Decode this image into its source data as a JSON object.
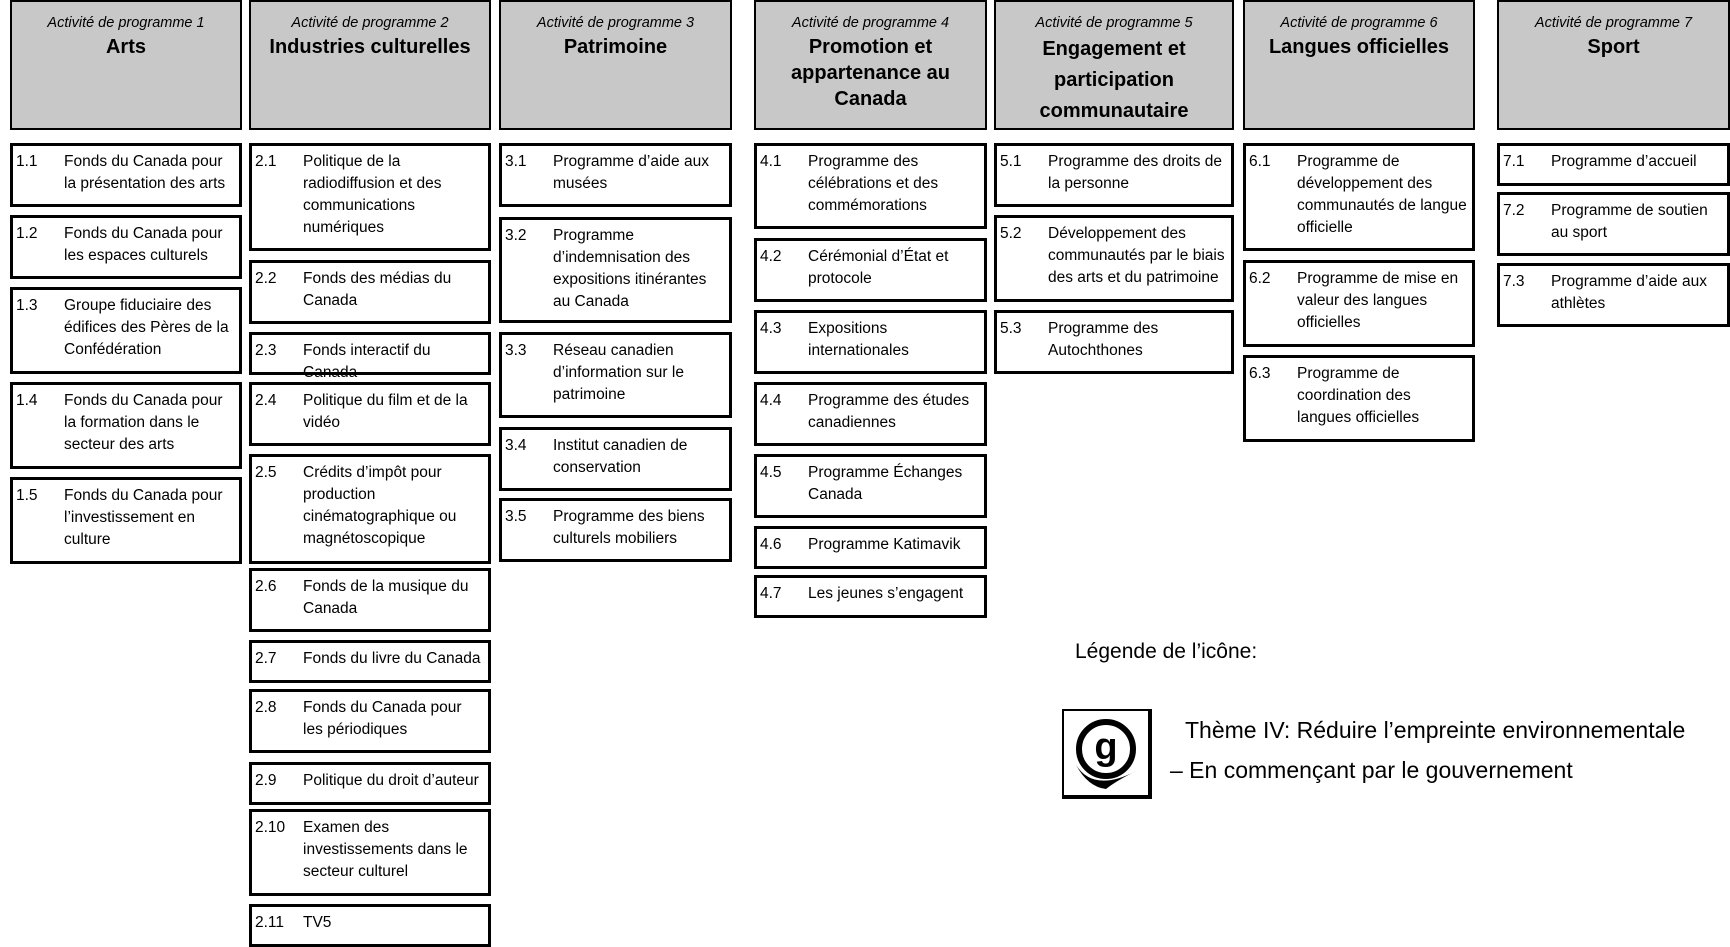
{
  "activities": [
    {
      "subtitle": "Activité de programme 1",
      "title": "Arts",
      "programs": [
        {
          "num": "1.1",
          "label": "Fonds du Canada pour la présentation des arts"
        },
        {
          "num": "1.2",
          "label": "Fonds du Canada pour les espaces culturels"
        },
        {
          "num": "1.3",
          "label": "Groupe fiduciaire des édifices des Pères de la Confédération"
        },
        {
          "num": "1.4",
          "label": "Fonds du Canada pour la formation dans le secteur des arts"
        },
        {
          "num": "1.5",
          "label": "Fonds du Canada pour l’investissement en culture"
        }
      ]
    },
    {
      "subtitle": "Activité de programme 2",
      "title": "Industries culturelles",
      "programs": [
        {
          "num": "2.1",
          "label": "Politique de la radiodiffusion et des communications numériques"
        },
        {
          "num": "2.2",
          "label": "Fonds des médias du Canada"
        },
        {
          "num": "2.3",
          "label": "Fonds interactif du Canada"
        },
        {
          "num": "2.4",
          "label": "Politique du film et de la vidéo"
        },
        {
          "num": "2.5",
          "label": "Crédits d’impôt pour production cinématographique ou magnétoscopique"
        },
        {
          "num": "2.6",
          "label": "Fonds de la musique du Canada"
        },
        {
          "num": "2.7",
          "label": "Fonds du livre du Canada"
        },
        {
          "num": "2.8",
          "label": "Fonds du Canada pour les périodiques"
        },
        {
          "num": "2.9",
          "label": "Politique du droit d’auteur"
        },
        {
          "num": "2.10",
          "label": "Examen des investissements dans le secteur culturel"
        },
        {
          "num": "2.11",
          "label": "TV5"
        }
      ]
    },
    {
      "subtitle": "Activité de programme 3",
      "title": "Patrimoine",
      "programs": [
        {
          "num": "3.1",
          "label": "Programme d’aide aux musées"
        },
        {
          "num": "3.2",
          "label": "Programme d’indemnisation des expositions itinérantes au Canada"
        },
        {
          "num": "3.3",
          "label": "Réseau canadien d’information sur le patrimoine"
        },
        {
          "num": "3.4",
          "label": "Institut canadien de conservation"
        },
        {
          "num": "3.5",
          "label": "Programme des biens culturels mobiliers"
        }
      ]
    },
    {
      "subtitle": "Activité de programme 4",
      "title": "Promotion et appartenance au Canada",
      "programs": [
        {
          "num": "4.1",
          "label": "Programme des célébrations et des commémorations"
        },
        {
          "num": "4.2",
          "label": "Cérémonial d’État et protocole"
        },
        {
          "num": "4.3",
          "label": "Expositions internationales"
        },
        {
          "num": "4.4",
          "label": "Programme des études canadiennes"
        },
        {
          "num": "4.5",
          "label": "Programme Échanges Canada"
        },
        {
          "num": "4.6",
          "label": "Programme Katimavik"
        },
        {
          "num": "4.7",
          "label": "Les jeunes s’engagent"
        }
      ]
    },
    {
      "subtitle": "Activité de programme 5",
      "title": "Engagement et participation communautaire",
      "programs": [
        {
          "num": "5.1",
          "label": "Programme des droits de la personne"
        },
        {
          "num": "5.2",
          "label": "Développement des communautés par le biais des arts et du patrimoine"
        },
        {
          "num": "5.3",
          "label": "Programme des Autochthones"
        }
      ]
    },
    {
      "subtitle": "Activité de programme 6",
      "title": "Langues officielles",
      "programs": [
        {
          "num": "6.1",
          "label": "Programme de développement des communautés de langue officielle"
        },
        {
          "num": "6.2",
          "label": "Programme de mise en valeur des langues officielles"
        },
        {
          "num": "6.3",
          "label": "Programme de coordination des langues officielles"
        }
      ]
    },
    {
      "subtitle": "Activité de programme 7",
      "title": "Sport",
      "programs": [
        {
          "num": "7.1",
          "label": "Programme d’accueil"
        },
        {
          "num": "7.2",
          "label": "Programme de soutien au sport"
        },
        {
          "num": "7.3",
          "label": "Programme d’aide aux athlètes"
        }
      ]
    }
  ],
  "legend": {
    "title": "Légende de l’icône:",
    "icon_letter": "g",
    "icon_name": "greening-government-icon",
    "line1": "Thème IV: Réduire l’empreinte environnementale",
    "line2": "– En commençant par le gouvernement"
  }
}
